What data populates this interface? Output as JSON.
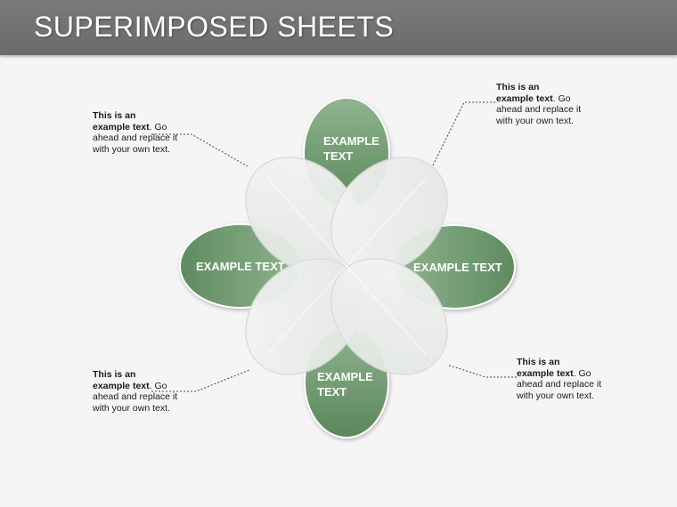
{
  "title": "SUPERIMPOSED SHEETS",
  "petals": {
    "top": "EXAMPLE TEXT",
    "left": "EXAMPLE TEXT",
    "right": "EXAMPLE TEXT",
    "bottom": "EXAMPLE TEXT"
  },
  "notes": {
    "top_left": {
      "line1": "This is an",
      "line2": "example text",
      "rest": ". Go ahead and replace it with your own text."
    },
    "top_right": {
      "line1": "This is an",
      "line2": "example text",
      "rest": ". Go ahead and replace it with your own text."
    },
    "bottom_left": {
      "line1": "This is an",
      "line2": "example text",
      "rest": ". Go ahead and replace it with your own text."
    },
    "bottom_right": {
      "line1": "This is an",
      "line2": "example text",
      "rest": ". Go ahead and replace it with your own text."
    }
  },
  "colors": {
    "green_petal": "#6e9a6e",
    "pale_petal": "#eef0ee",
    "title_bar": "#737373"
  }
}
